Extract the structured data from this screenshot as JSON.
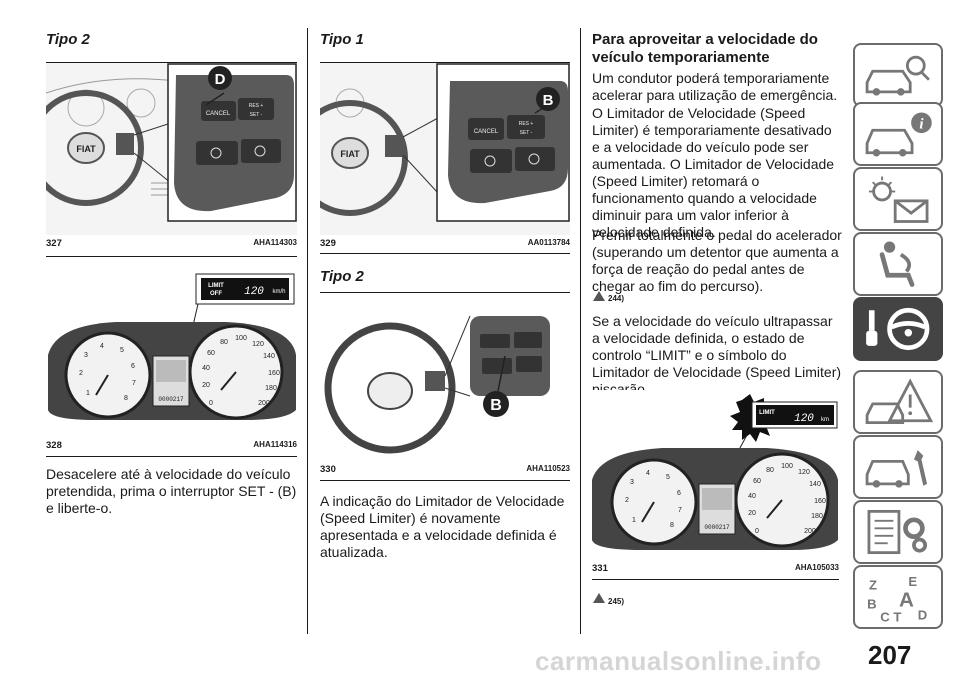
{
  "col1": {
    "heading": "Tipo 2",
    "fig1": {
      "num": "327",
      "code": "AHA114303",
      "btn_cancel": "CANCEL",
      "btn_res": "RES +",
      "btn_set": "SET -",
      "callout": "D"
    },
    "fig2": {
      "num": "328",
      "code": "AHA114316",
      "display_limit": "LIMIT",
      "display_off": "OFF",
      "display_speed": "120",
      "display_unit": "km/h",
      "odo": "0000217"
    },
    "paragraph": "Desacelere até à velocidade do veículo pretendida, prima o interruptor SET - (B) e liberte-o."
  },
  "col2": {
    "heading1": "Tipo 1",
    "fig3": {
      "num": "329",
      "code": "AA0113784",
      "btn_cancel": "CANCEL",
      "btn_res": "RES +",
      "btn_set": "SET -",
      "callout": "B"
    },
    "heading2": "Tipo 2",
    "fig4": {
      "num": "330",
      "code": "AHA110523",
      "callout": "B"
    },
    "paragraph": "A indicação do Limitador de Velocidade (Speed Limiter) é novamente apresentada e a velocidade definida é atualizada."
  },
  "col3": {
    "title": "Para aproveitar a velocidade do veículo temporariamente",
    "p1": "Um condutor poderá temporariamente acelerar para utilização de emergência.",
    "p2": "O Limitador de Velocidade (Speed Limiter) é temporariamente desativado e a velocidade do veículo pode ser aumentada. O Limitador de Velocidade (Speed Limiter) retomará o funcionamento quando a velocidade diminuir para um valor inferior à velocidade definida.",
    "p3": "Premir totalmente o pedal do acelerador (superando um detentor que aumenta a força de reação do pedal antes de chegar ao fim do percurso).",
    "note1": "244)",
    "p4": "Se a velocidade do veículo ultrapassar a velocidade definida, o estado de controlo “LIMIT” e o símbolo do Limitador de Velocidade (Speed Limiter) piscarão.",
    "fig5": {
      "num": "331",
      "code": "AHA105033",
      "display_limit": "LIMIT",
      "display_speed": "120",
      "display_unit": "km",
      "odo": "0000217"
    },
    "note2": "245)"
  },
  "sidebar": {
    "tabs": [
      {
        "icon": "car-search-icon",
        "active": false
      },
      {
        "icon": "car-info-icon",
        "active": false
      },
      {
        "icon": "warning-light-message-icon",
        "active": false
      },
      {
        "icon": "seat-airbag-icon",
        "active": false
      },
      {
        "icon": "key-steering-wheel-icon",
        "active": true
      },
      {
        "icon": "car-breakdown-icon",
        "active": false
      },
      {
        "icon": "car-maintenance-icon",
        "active": false
      },
      {
        "icon": "technical-data-icon",
        "active": false
      },
      {
        "icon": "alphabetical-index-icon",
        "active": false
      }
    ],
    "index_letters": [
      "Z",
      "E",
      "A",
      "B",
      "C",
      "T",
      "D"
    ]
  },
  "page_number": "207",
  "watermark": "carmanualsonline.info",
  "colors": {
    "text": "#1a1a1a",
    "tab_border": "#6b6b6b",
    "tab_active": "#444444",
    "watermark": "#d5d5d5"
  }
}
